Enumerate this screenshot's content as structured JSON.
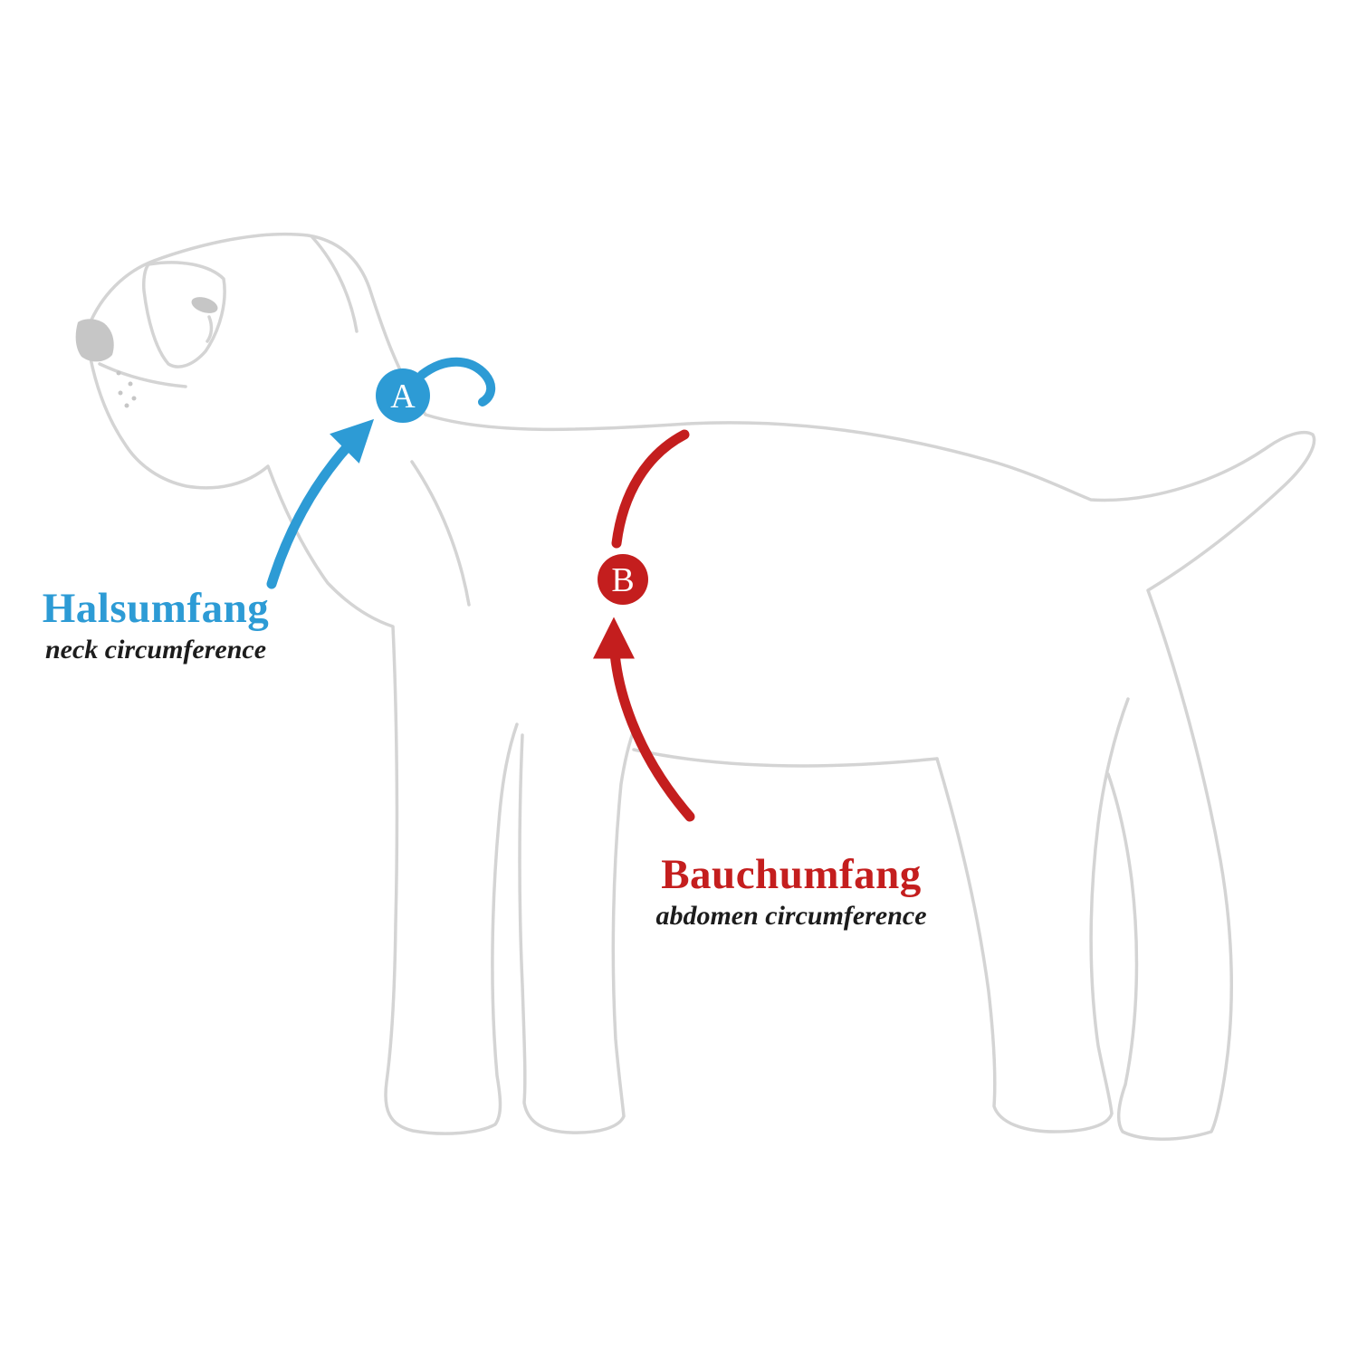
{
  "diagram": {
    "description": "dog-measurement-guide",
    "labels": {
      "neck": {
        "title": "Halsumfang",
        "subtitle": "neck circumference",
        "marker": "A"
      },
      "abdomen": {
        "title": "Bauchumfang",
        "subtitle": "abdomen circumference",
        "marker": "B"
      }
    },
    "colors": {
      "blue": "#2d9bd5",
      "red": "#c41e1e",
      "outline": "#d4d4d4",
      "outline_dark": "#c6c6c6",
      "text_dark": "#1c1c1c",
      "white": "#ffffff"
    }
  }
}
